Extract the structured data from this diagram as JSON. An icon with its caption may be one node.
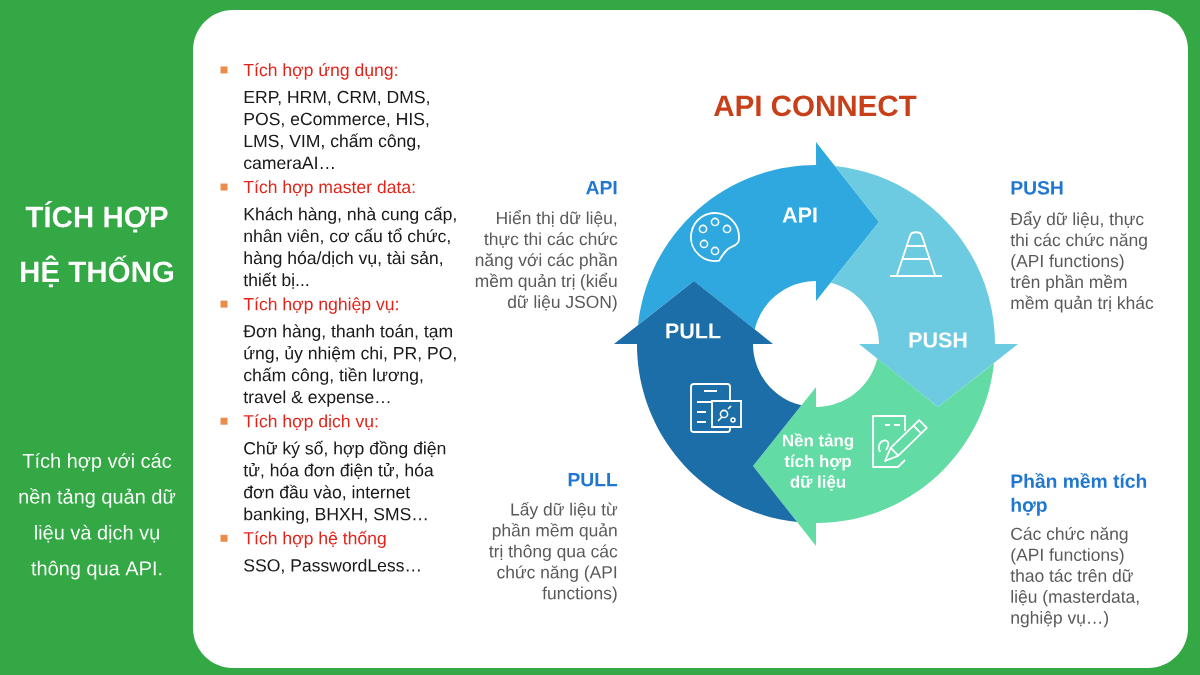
{
  "diagram": {
    "title": "TÍCH HỢP HỆ THỐNG",
    "nodes": [
      {
        "text": [
          "API"
        ]
      },
      {
        "text": [
          "PUSH"
        ]
      },
      {
        "text": [
          "Nền tảng tích hợp dữ liệu"
        ]
      },
      {
        "text": [
          "PULL"
        ]
      }
    ],
    "labels": [
      "Tích hợp với các nền tảng quản dữ liệu và dịch vụ thông qua API.",
      "Tích hợp ứng dụng:",
      "ERP, HRM, CRM, DMS, POS, eCommerce, HIS, LMS, VIM, chấm công, cameraAI…",
      "Tích hợp master data:",
      "Khách hàng, nhà cung cấp, nhân viên, cơ cấu tổ chức, hàng hóa/dịch vụ, tài sản, thiết bị...",
      "Tích hợp nghiệp vụ:",
      "Đơn hàng, thanh toán, tạm ứng, ủy nhiệm chi, PR, PO, chấm công, tiền lương, travel & expense…",
      "Tích hợp dịch vụ:",
      "Chữ ký số, hợp đồng điện tử, hóa đơn điện tử, hóa đơn đầu vào, internet banking, BHXH, SMS…",
      "Tích hợp hệ thống",
      "SSO, PasswordLess…",
      "API CONNECT",
      "API",
      "Hiển thị dữ liệu, thực thi các chức năng với các phần mềm quản trị (kiểu dữ liệu JSON)",
      "PUSH",
      "Đẩy dữ liệu, thực thi các chức năng (API functions) trên phần mềm mềm quản trị khác",
      "PULL",
      "Lấy dữ liệu từ phần mềm quản trị thông qua các chức năng (API functions)",
      "Phần mềm tích hợp",
      "Các chức năng (API functions) thao tác trên dữ liệu (masterdata, nghiệp vụ…)"
    ]
  }
}
